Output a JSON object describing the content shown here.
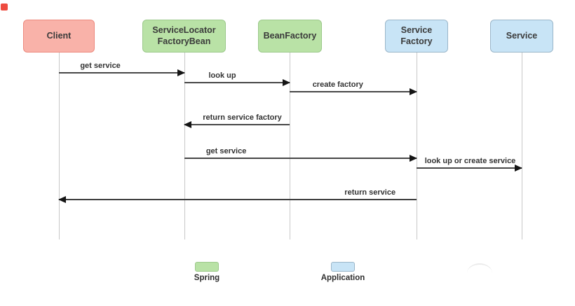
{
  "diagram": {
    "type": "sequence-diagram",
    "actors": [
      {
        "name": "Client",
        "category": "application"
      },
      {
        "name": "ServiceLocator\nFactoryBean",
        "category": "spring"
      },
      {
        "name": "BeanFactory",
        "category": "spring"
      },
      {
        "name": "Service\nFactory",
        "category": "application"
      },
      {
        "name": "Service",
        "category": "application"
      }
    ],
    "messages": [
      {
        "label": "get service",
        "from": "Client",
        "to": "ServiceLocatorFactoryBean",
        "direction": "right"
      },
      {
        "label": "look up",
        "from": "ServiceLocatorFactoryBean",
        "to": "BeanFactory",
        "direction": "right"
      },
      {
        "label": "create factory",
        "from": "BeanFactory",
        "to": "Service Factory",
        "direction": "right"
      },
      {
        "label": "return service factory",
        "from": "BeanFactory",
        "to": "ServiceLocatorFactoryBean",
        "direction": "left"
      },
      {
        "label": "get service",
        "from": "ServiceLocatorFactoryBean",
        "to": "Service Factory",
        "direction": "right"
      },
      {
        "label": "look up or create service",
        "from": "Service Factory",
        "to": "Service",
        "direction": "right"
      },
      {
        "label": "return service",
        "from": "Service Factory",
        "to": "Client",
        "direction": "left"
      }
    ],
    "legend": [
      {
        "label": "Spring",
        "category": "spring"
      },
      {
        "label": "Application",
        "category": "application"
      }
    ],
    "colors": {
      "client_fill": "#F9B2A9",
      "client_border": "#ED8A7E",
      "spring_fill": "#B9E2A6",
      "spring_border": "#9CC98B",
      "application_fill": "#C8E4F6",
      "application_border": "#9AB6C9",
      "arrow": "#474747",
      "lifeline": "#C8C8C8"
    }
  }
}
